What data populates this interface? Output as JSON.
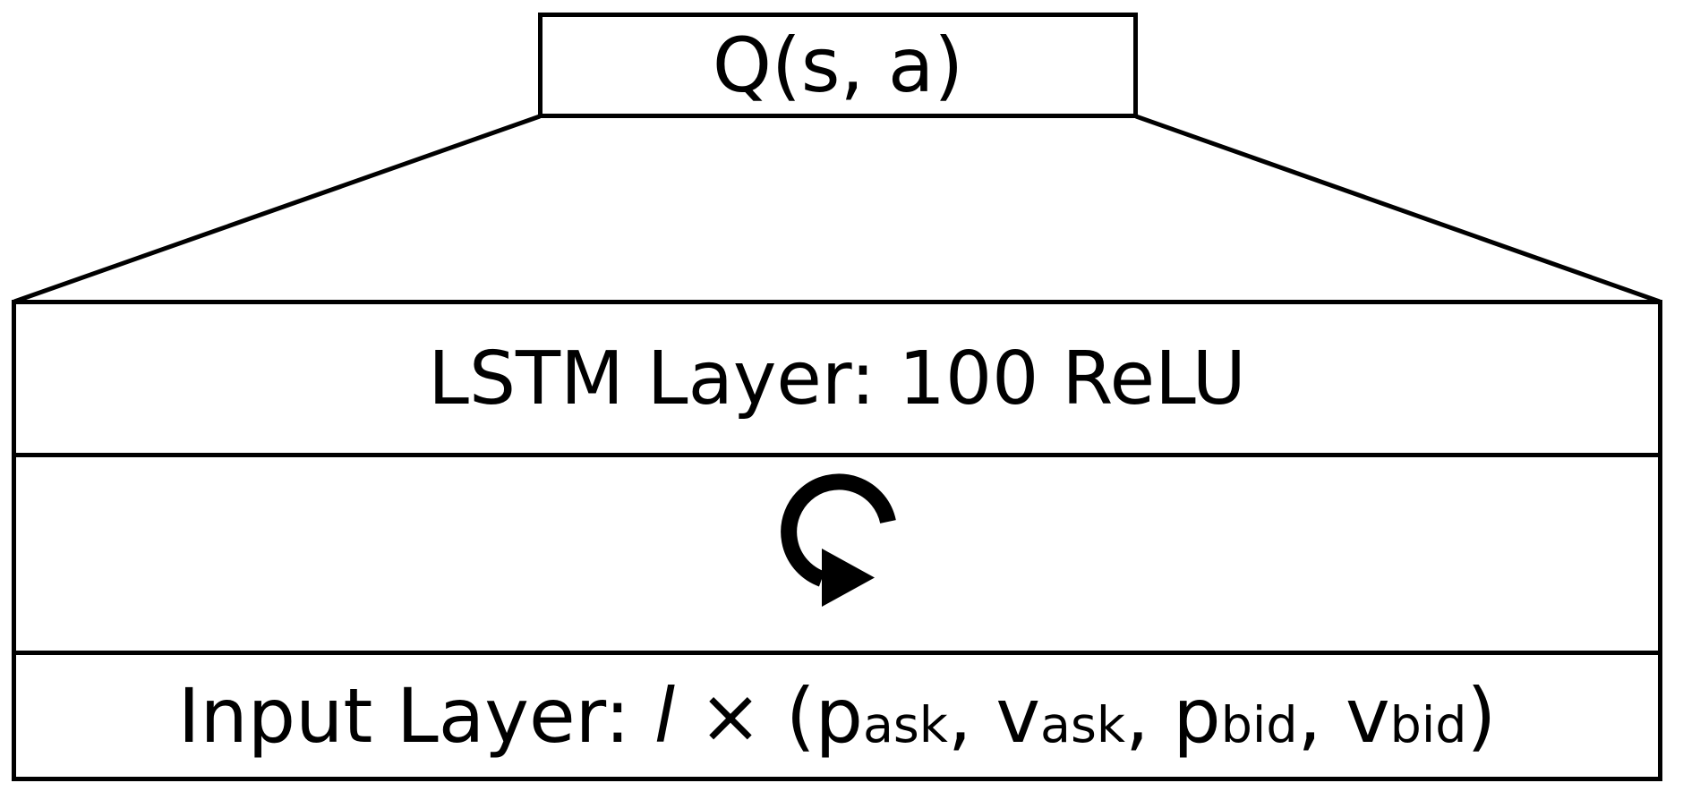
{
  "colors": {
    "stroke": "#000000",
    "background": "#ffffff",
    "text": "#000000"
  },
  "output_box": {
    "label": "Q(s, a)"
  },
  "lstm_layer": {
    "label": "LSTM Layer: 100 ReLU"
  },
  "recurrence": {
    "icon": "recurrent-loop-arrow"
  },
  "input_layer": {
    "label": "Input Layer: ",
    "length_variable": "l",
    "times": " × ",
    "open_paren": "(",
    "separator": ", ",
    "close_paren": ")",
    "features": [
      {
        "base": "p",
        "subscript": "ask"
      },
      {
        "base": "v",
        "subscript": "ask"
      },
      {
        "base": "p",
        "subscript": "bid"
      },
      {
        "base": "v",
        "subscript": "bid"
      }
    ]
  }
}
